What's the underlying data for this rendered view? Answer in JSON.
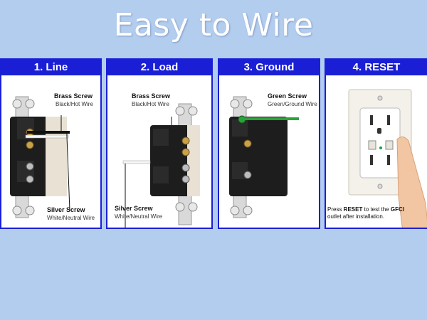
{
  "title": "Easy to Wire",
  "panels": [
    {
      "heading": "1. Line",
      "top_label": "Brass Screw",
      "top_sub": "Black/Hot Wire",
      "bottom_label": "Silver Screw",
      "bottom_sub": "White/Neutral Wire"
    },
    {
      "heading": "2. Load",
      "top_label": "Brass Screw",
      "top_sub": "Black/Hot Wire",
      "bottom_label": "Silver Screw",
      "bottom_sub": "White/Neutral Wire"
    },
    {
      "heading": "3. Ground",
      "top_label": "Green Screw",
      "top_sub": "Green/Ground Wire"
    },
    {
      "heading": "4. RESET",
      "text_pre": "Press ",
      "text_bold1": "RESET",
      "text_mid": " to test the ",
      "text_bold2": "GFCI",
      "text_post": " outlet after installation."
    }
  ],
  "colors": {
    "panel_border": "#1a1fd6",
    "background": "#b3cdee",
    "ground_wire": "#2aa43a"
  }
}
